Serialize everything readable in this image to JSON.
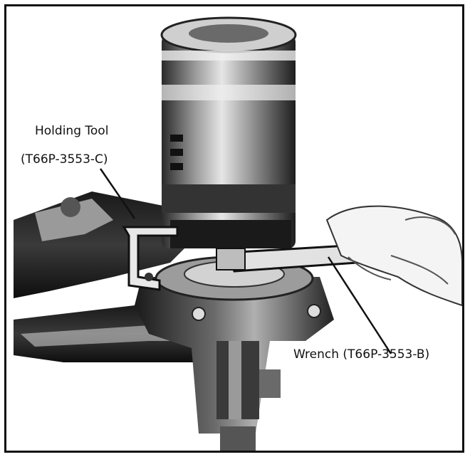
{
  "labels": {
    "holding_tool_line1": "Holding Tool",
    "holding_tool_line2": "(T66P-3553-C)",
    "wrench": "Wrench (T66P-3553-B)"
  },
  "colors": {
    "ink": "#111111",
    "paper": "#ffffff",
    "metal_light": "#c8c8c8",
    "metal_mid": "#8a8a8a",
    "metal_dark": "#2a2a2a"
  }
}
